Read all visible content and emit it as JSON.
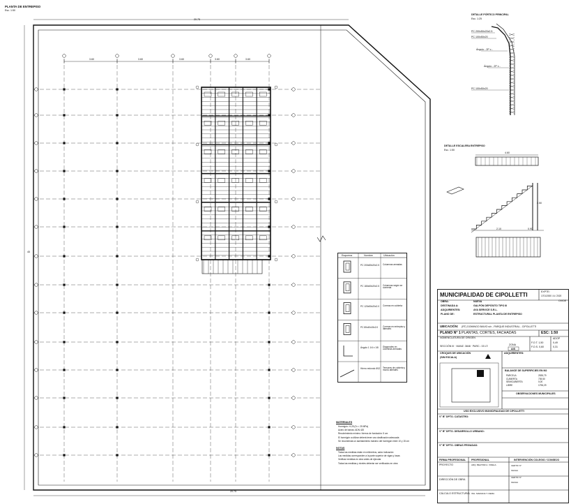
{
  "plan": {
    "title": "PLANTA DE ENTREPISO",
    "scale": "Esc. 1:50",
    "dim_top": "20.75",
    "dim_bottom": "20.75",
    "dim_left": "45",
    "spans_top": [
      "3.60",
      "3.60",
      "3.60",
      "3.60",
      "3.60"
    ]
  },
  "details": {
    "portico_title": "DETALLE PÓRTICO PRINCIPAL",
    "portico_scale": "Esc. 1:25",
    "portico_labels": [
      "PC 200x50x20x2.5",
      "PC 100x50x20",
      "Ángulo - 2P x -",
      "Ángulo - 2P x -",
      "PC 100x50x20"
    ],
    "stair_title": "DETALLE ESCALERA ENTREPISO",
    "stair_scale": "Esc. 1:50",
    "stair_dims": [
      "4.60",
      "2.50",
      "2.10",
      "0.90"
    ]
  },
  "legend": {
    "headers": [
      "Esquema",
      "Nombre",
      "Ubicación"
    ],
    "rows": [
      {
        "name": "PC 200x80x20x2.5",
        "use": "Columnas armadas"
      },
      {
        "name": "PC 180x60x20x2.5",
        "use": "Columnas según se comenta"
      },
      {
        "name": "PC 120x50x20x2.0",
        "use": "Correas en cubierta"
      },
      {
        "name": "PC 80x40x15x2.0",
        "use": "Correas en entrepiso y laterales"
      },
      {
        "name": "Ángulo 1 1/4 x 1/8",
        "use": "Diagonales en columnas armadas"
      },
      {
        "name": "Hierro redondo Ø12",
        "use": "Tensores de cubierta y muros laterales"
      }
    ]
  },
  "notes": {
    "materials_title": "MATERIALES",
    "materials": [
      "Hormigón: H-25 (f'c = 25 MPa)",
      "Acero de barras: ADN 420",
      "Recubrimiento mínimo: hierros de fundación: 5 cm",
      "El hormigón a utilizar deberá tener una dosificación adecuada",
      "Se recomienda un asentamiento máximo del hormigón entre 10 y 15 cm"
    ],
    "notes_title": "NOTAS",
    "notes": [
      "Todas las medidas están en milímetros, salvo indicación",
      "Las medidas corresponden a la parte superior de vigas y losas",
      "Verificar medidas en obra antes de ejecutar",
      "Todas las medidas y niveles deberán ser verificados en obra"
    ]
  },
  "title_block": {
    "municipality": "MUNICIPALIDAD DE CIPOLLETTI",
    "expte_label": "EXPTE:",
    "expte": "1701/2000 / A / 2020",
    "office": "OIVDE",
    "obra_label": "OBRA:",
    "obra": "NUEVA",
    "destinada_label": "DESTINADA A:",
    "destinada": "GALPÓN DEPÓSITO TIPO III",
    "adquirientes_label": "ADQUIRIENTES:",
    "adquirientes": "AYA SERVICE S.R.L.",
    "plano_de_label": "PLANO DE:",
    "plano_de": "ESTRUCTURAL PLANTA DE ENTREPISO",
    "ubicacion_label": "UBICACIÓN:",
    "ubicacion": "(RT) DOMINGO BAVIO s/n - PARQUE INDUSTRIAL - CIPOLLETTI",
    "plano_n": "PLANO N° 1",
    "plano_desc": "PLANTAS, CORTES, FACHADAS",
    "esc_label": "ESC: 1:50",
    "nomenclatura_label": "NOMENCLATURA DE ORIGEN",
    "seccion": "SECCIÓN III · MANZ: 3848 · PARC.: 03 LT:",
    "zona_label": "ZONA",
    "zona": "AIS",
    "fot_fos": [
      "F.O.T. 1,50",
      "F.O.S. 0,60"
    ],
    "adop_label": "ADOP",
    "adop": [
      "0,49",
      "0,31"
    ],
    "croquis_title": "CROQUIS DE UBICACIÓN",
    "croquis_sub": "(SIN ESCALA)",
    "adquirientes2_label": "ADQUIRIENTES:",
    "superficies_title": "BALANCE DE SUPERFICIES EN M2",
    "superficies": [
      {
        "k": "PARCELA",
        "v": "2535,79"
      },
      {
        "k": "CUBIERTA",
        "v": "739,50"
      },
      {
        "k": "SEMICUBIERTA",
        "v": "0,00"
      },
      {
        "k": "LIBRE",
        "v": "1796,29"
      }
    ],
    "observaciones_title": "OBSERVACIONES MUNICIPALES",
    "uso_exclusivo": "USO EXCLUSIVO MUNICIPALIDAD DE CIPOLLETTI",
    "vb_catastro": "V° B° DPTO. CATASTRO:",
    "vb_desarrollo": "V° B° DPTO. DESARROLLO URBANO:",
    "vb_obras": "V° B° DPTO. OBRAS PRIVADAS:",
    "firma_header": "FIRMA PROFESIONAL",
    "profesional_header": "PROFESIONAL",
    "intervencion_header": "INTERVENCIÓN COLEGIO / CONSEJO",
    "rows": [
      "PROYECTO",
      "DIRECCIÓN DE OBRA",
      "CÁLCULO ESTRUCTURAL"
    ],
    "prof_names": [
      "ARQ. BEATRIZ A. VIDELA",
      "ING. MARIANA T. DEMA"
    ],
    "fecha_labels": [
      "CERTIF N°",
      "FECHA",
      "CERTIF N°",
      "FECHA"
    ]
  }
}
